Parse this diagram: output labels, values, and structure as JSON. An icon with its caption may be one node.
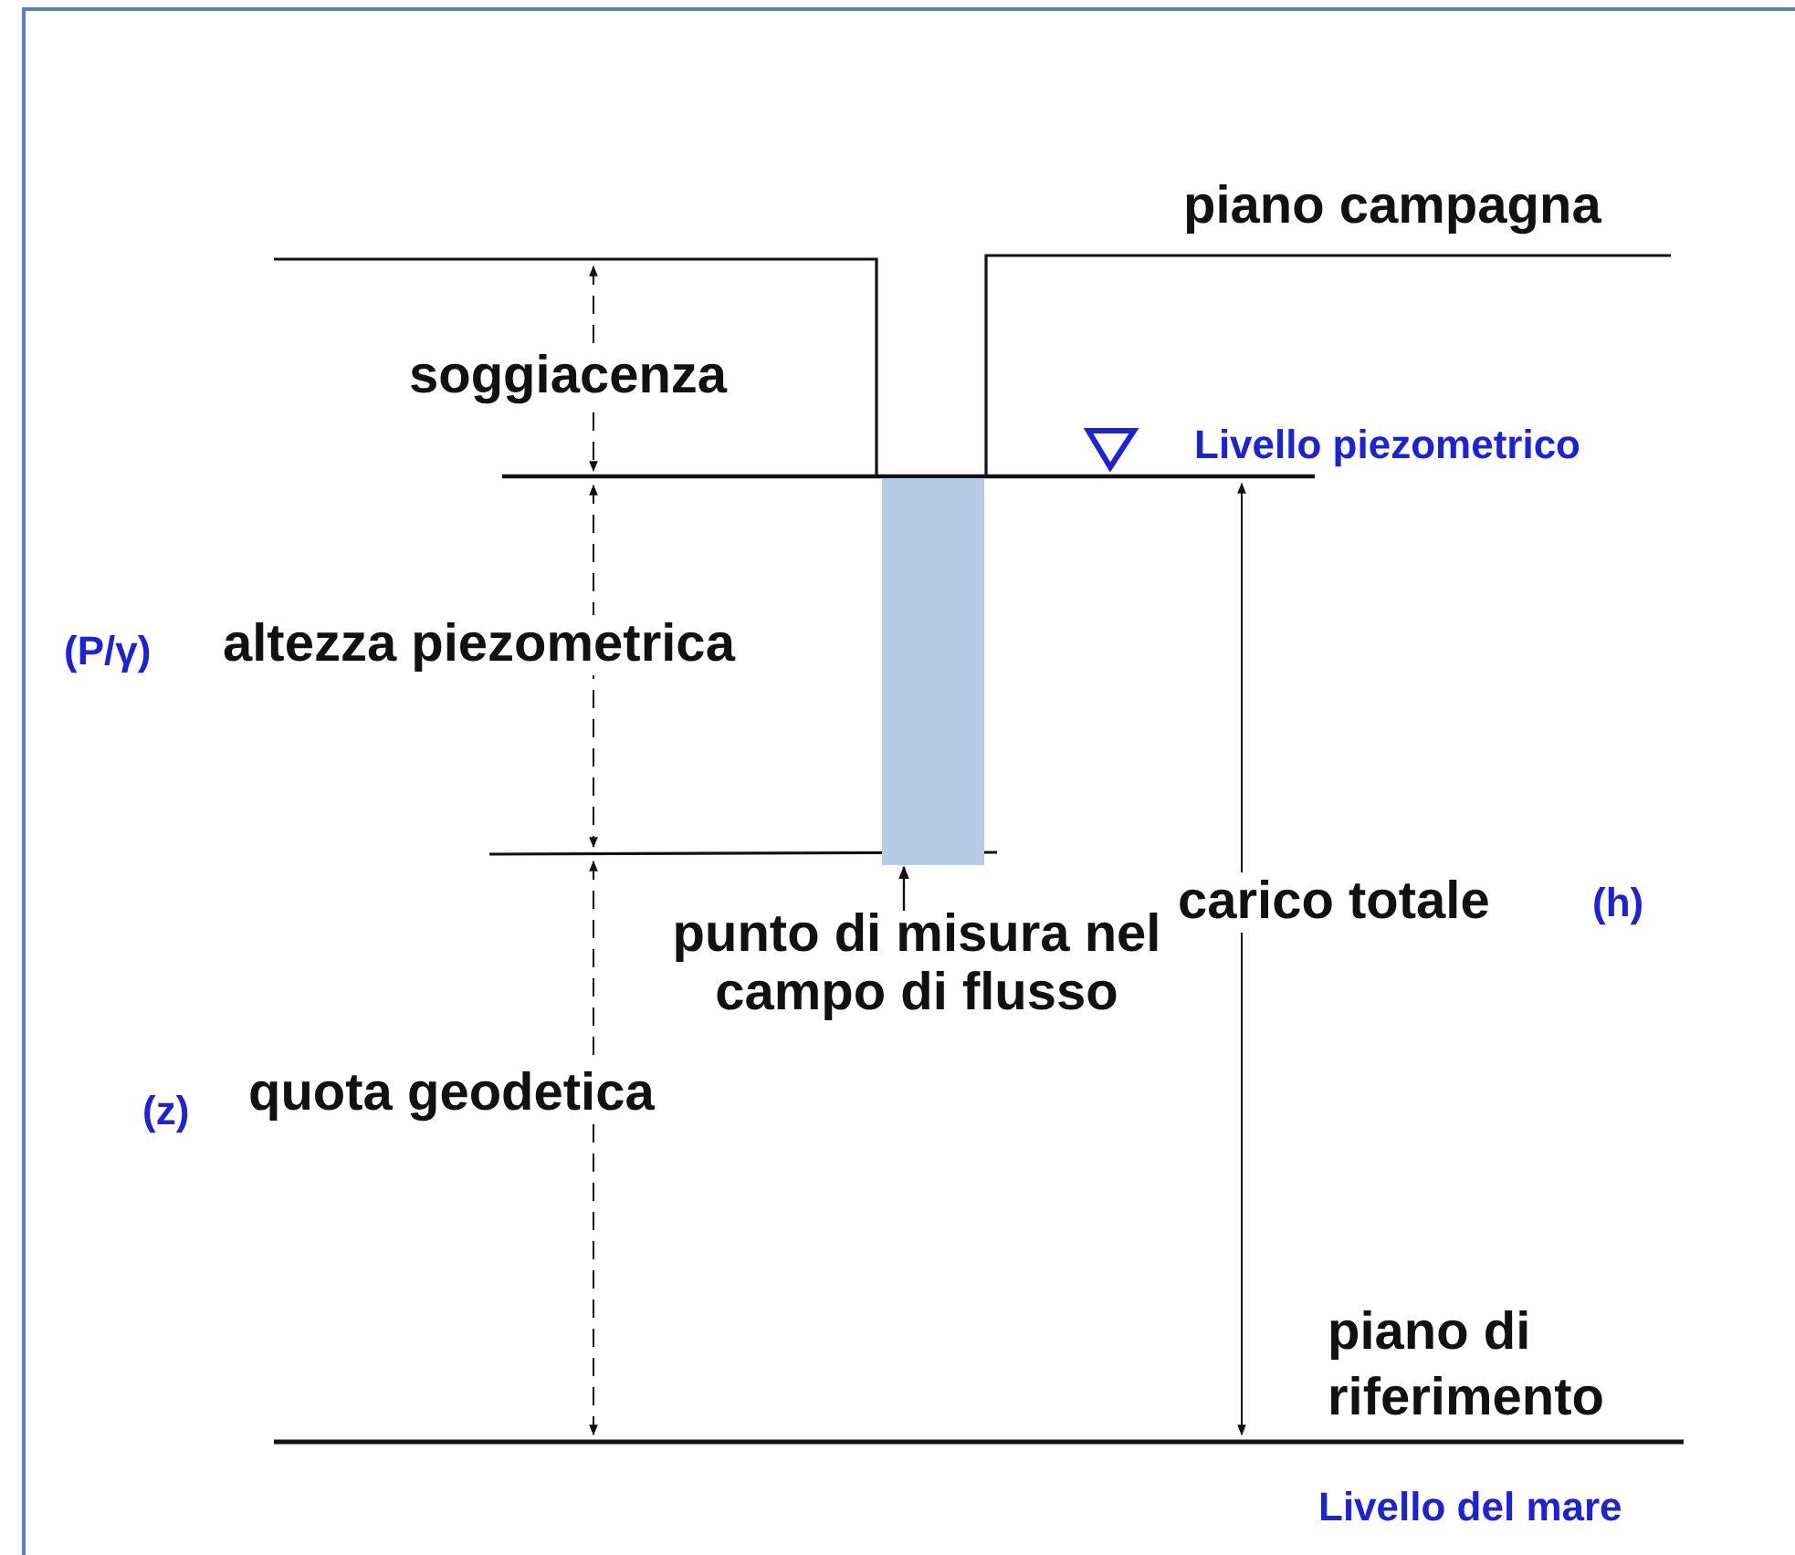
{
  "diagram": {
    "nodes": [
      {
        "text": [
          "punto di misura nel campo di flusso"
        ]
      },
      {
        "text": [],
        "shape": "bar"
      }
    ],
    "edges": [
      {
        "from": 0,
        "to": 1,
        "arrow": "to"
      }
    ],
    "labels": [
      "piano campagna",
      "soggiacenza",
      "Livello piezometrico",
      "(P/γ)",
      "altezza piezometrica",
      "carico totale",
      "(h)",
      "(z)",
      "quota geodetica",
      "piano di riferimento",
      "Livello del mare"
    ]
  }
}
